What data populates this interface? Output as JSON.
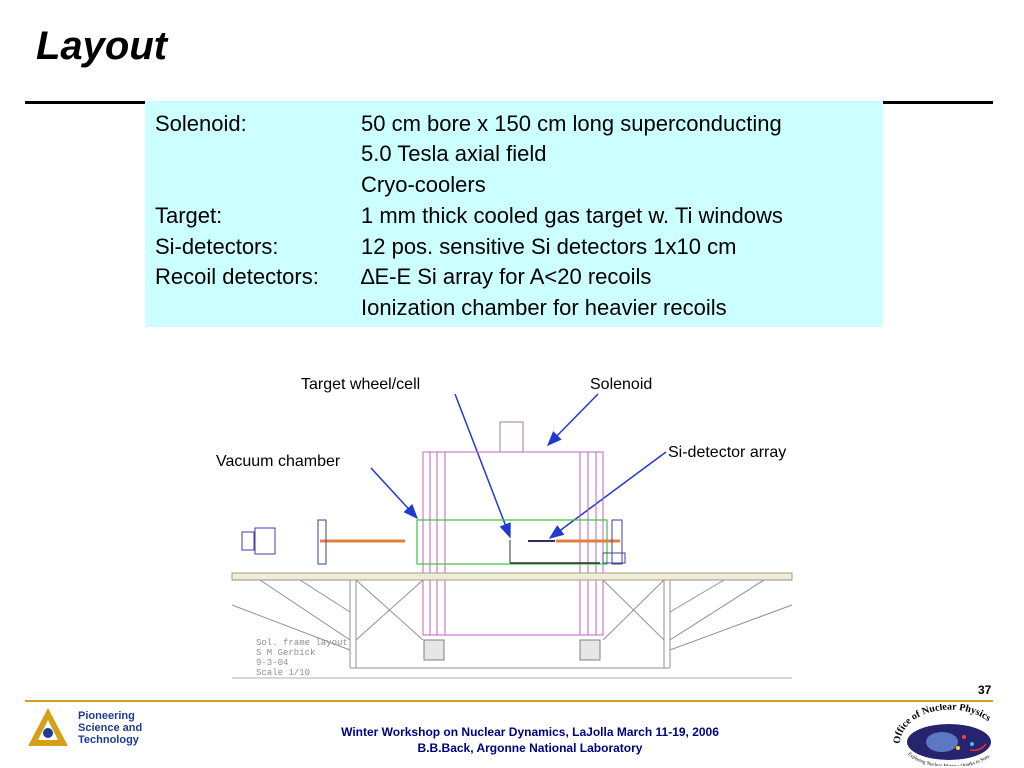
{
  "slide": {
    "title": "Layout",
    "page_number": "37"
  },
  "specs": [
    {
      "label": "Solenoid:",
      "value": "50 cm bore x 150 cm long superconducting"
    },
    {
      "label": "",
      "value": "5.0 Tesla axial field"
    },
    {
      "label": "",
      "value": "Cryo-coolers"
    },
    {
      "label": "Target:",
      "value": "1 mm thick cooled gas target w. Ti windows"
    },
    {
      "label": "Si-detectors:",
      "value": "12 pos. sensitive Si detectors 1x10 cm"
    },
    {
      "label": "Recoil detectors:",
      "value": "∆E-E Si array for A<20 recoils"
    },
    {
      "label": "",
      "value": "Ionization chamber for heavier recoils"
    }
  ],
  "callouts": {
    "target_wheel": "Target wheel/cell",
    "solenoid": "Solenoid",
    "vacuum_chamber": "Vacuum chamber",
    "si_detector": "Si-detector array"
  },
  "drawing_note": {
    "line1": "Sol. frame layout",
    "line2": "S M Gerbick",
    "line3": "9-3-04",
    "line4": "Scale 1/10"
  },
  "footer": {
    "org_line1": "Pioneering",
    "org_line2": "Science and",
    "org_line3": "Technology",
    "event": "Winter Workshop on Nuclear Dynamics, LaJolla  March 11-19, 2006",
    "author": "B.B.Back, Argonne National Laboratory",
    "seal_text": "Office of Nuclear Physics",
    "seal_motto": "Exploring Nuclear Matter - Quarks to Stars"
  },
  "colors": {
    "spec_box": "#ccffff",
    "footer_rule": "#d4a017",
    "footer_text": "#000080",
    "arrow": "#1f3acf"
  }
}
